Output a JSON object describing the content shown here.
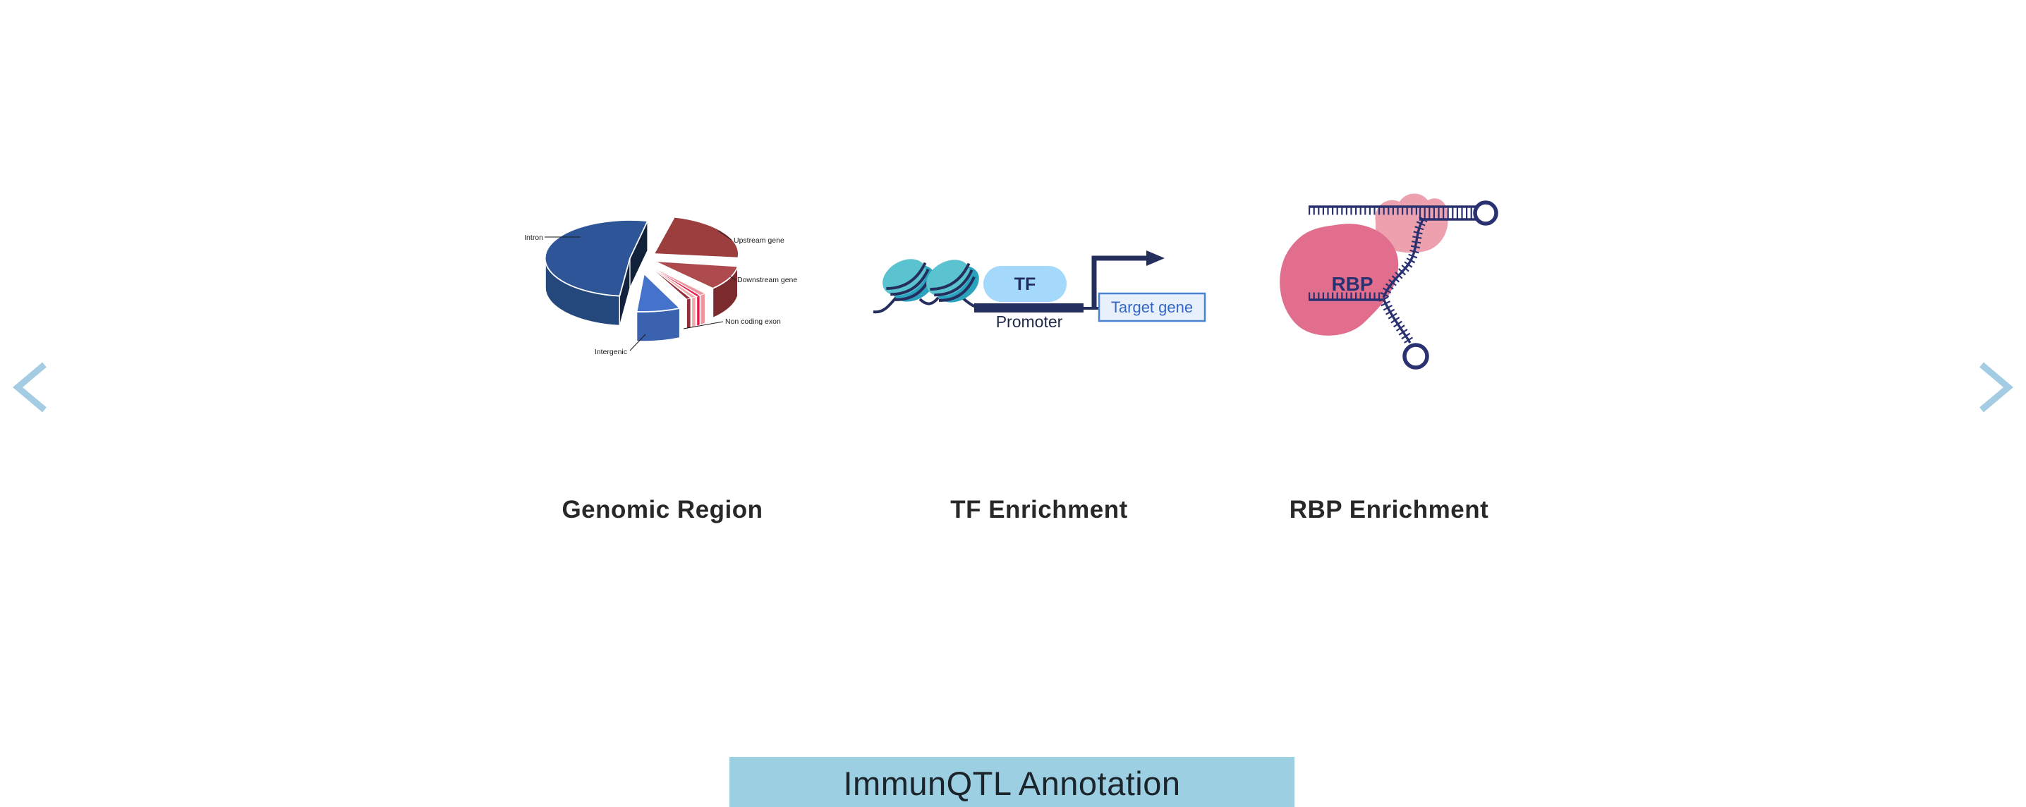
{
  "carousel": {
    "slides": [
      {
        "title": "Genomic Region",
        "pie": {
          "labels": [
            "Intron",
            "Upstream gene",
            "Downstream gene",
            "Non coding exon",
            "Intergenic"
          ]
        }
      },
      {
        "title": "TF Enrichment",
        "labels": {
          "tf": "TF",
          "promoter": "Promoter",
          "target_gene": "Target gene"
        }
      },
      {
        "title": "RBP Enrichment",
        "labels": {
          "rbp": "RBP"
        }
      }
    ]
  },
  "banner": {
    "label": "ImmunQTL Annotation",
    "bg_color": "#9BCFE1",
    "text_color": "#1B232B"
  },
  "nav": {
    "prev_icon": "chevron-left",
    "next_icon": "chevron-right",
    "arrow_color": "#A4CCE3"
  },
  "colors": {
    "pie_intron_blue": "#2E5597",
    "pie_intron_side": "#24477C",
    "pie_intergenic_blue": "#4573CB",
    "pie_upstream_red": "#9C3E3E",
    "pie_downstream_red": "#AC4A4D",
    "pie_crimson_sliver": "#E6194B",
    "pie_pink_sliver": "#F2A9A9",
    "nucleosome_teal": "#2FA8C2",
    "nucleosome_teal_light": "#5AC3CF",
    "diagram_navy": "#252F5E",
    "tf_pill_blue": "#A5D9FB",
    "target_box_fill": "#E8F1FB",
    "target_box_border": "#4A82D4",
    "target_text_blue": "#3566C6",
    "rbp_pink": "#E06E8C",
    "rbp_pink_light": "#EDA0AD",
    "rna_navy": "#2A3170"
  },
  "chart_data": {
    "type": "pie",
    "title": "Genomic Region",
    "labels": [
      "Intron",
      "Upstream gene",
      "Downstream gene",
      "Non coding exon",
      "Intergenic"
    ],
    "values": [
      52,
      22,
      11,
      4,
      11
    ],
    "colors": [
      "#2E5597",
      "#9C3E3E",
      "#AC4A4D",
      "#E6194B",
      "#4573CB"
    ],
    "style": "3d-exploded",
    "legend_position": "callout-labels"
  }
}
